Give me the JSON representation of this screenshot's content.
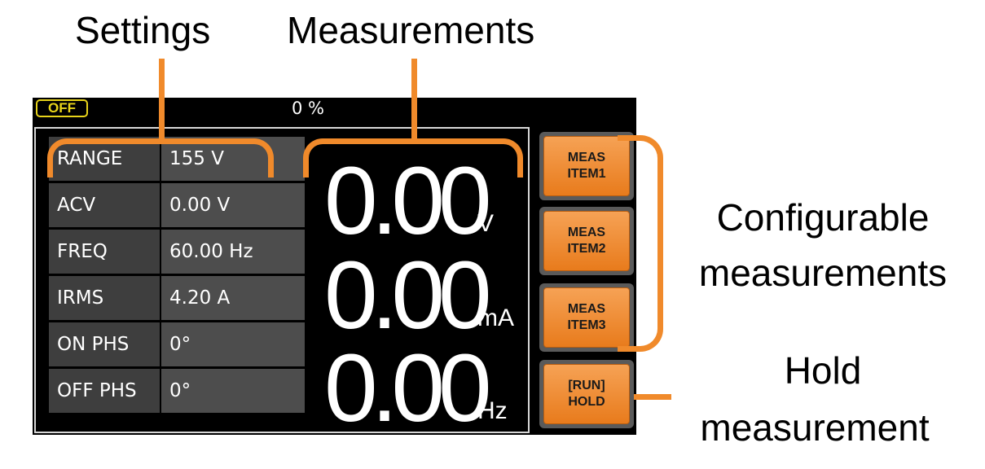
{
  "callouts": {
    "settings": "Settings",
    "measurements": "Measurements",
    "configurable_line1": "Configurable",
    "configurable_line2": "measurements",
    "hold_line1": "Hold",
    "hold_line2": "measurement"
  },
  "status": {
    "output": "OFF",
    "percent": "0 %"
  },
  "settings": [
    {
      "label": "RANGE",
      "value": "155 V"
    },
    {
      "label": "ACV",
      "value": "0.00 V"
    },
    {
      "label": "FREQ",
      "value": "60.00 Hz"
    },
    {
      "label": "IRMS",
      "value": "4.20 A"
    },
    {
      "label": "ON PHS",
      "value": "0°"
    },
    {
      "label": "OFF PHS",
      "value": "0°"
    }
  ],
  "measurements": [
    {
      "value": "0.00",
      "unit": "V"
    },
    {
      "value": "0.00",
      "unit": "mA"
    },
    {
      "value": "0.00",
      "unit": "Hz"
    }
  ],
  "softkeys": [
    {
      "line1": "MEAS",
      "line2": "ITEM1"
    },
    {
      "line1": "MEAS",
      "line2": "ITEM2"
    },
    {
      "line1": "MEAS",
      "line2": "ITEM3"
    },
    {
      "line1": "[RUN]",
      "line2": "HOLD"
    }
  ],
  "colors": {
    "accent_orange": "#f08a2b",
    "off_badge": "#e8d41a",
    "screen_bg": "#000000"
  }
}
